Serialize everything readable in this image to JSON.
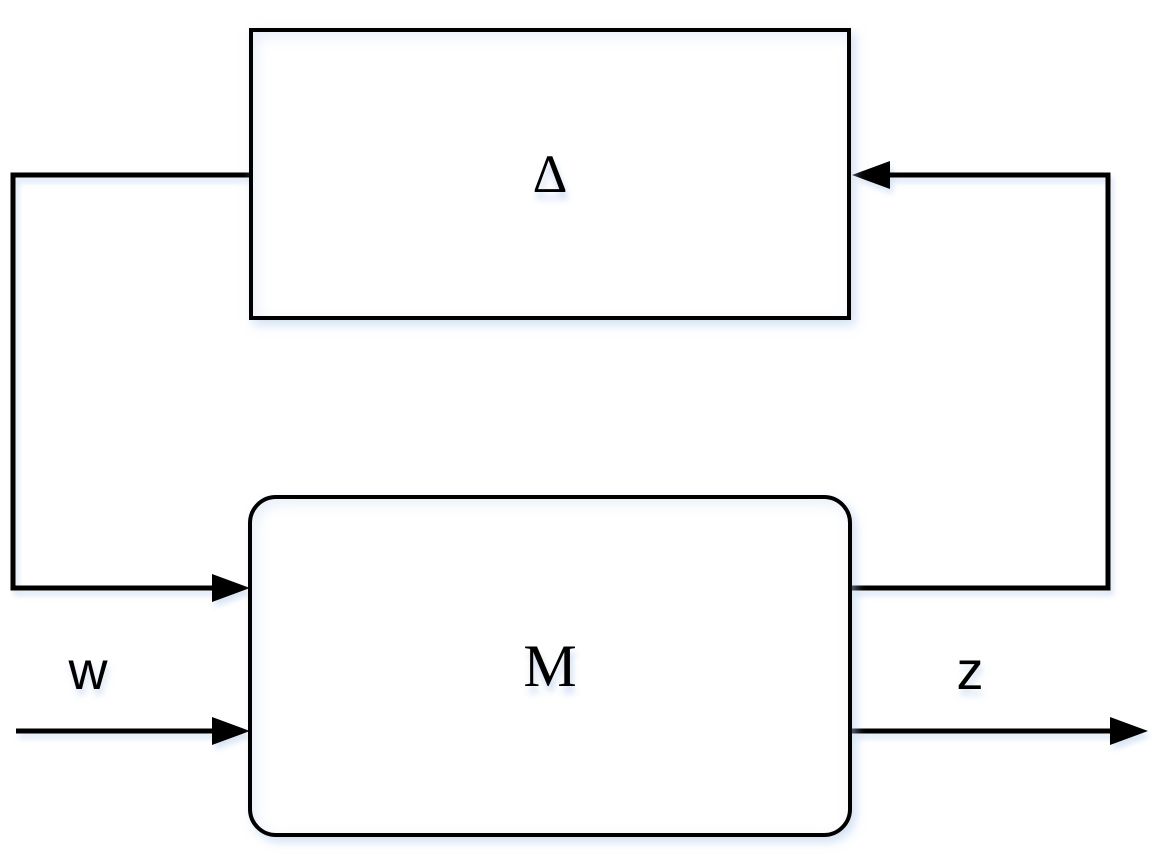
{
  "diagram": {
    "type": "block-diagram",
    "description": "M-Delta feedback interconnection (robust control standard form): uncertainty block Delta on top, nominal system block M below, closed in a feedback loop, with exogenous input w and performance output z",
    "blocks": {
      "delta": {
        "label": "Δ",
        "shape": "rectangle"
      },
      "m": {
        "label": "M",
        "shape": "rounded-rectangle"
      }
    },
    "signals": {
      "input": {
        "label": "w",
        "direction": "into M from left"
      },
      "output": {
        "label": "z",
        "direction": "out of M to right"
      },
      "feedback_top": {
        "label": "",
        "direction": "from M right side up into Delta right side"
      },
      "feedback_bottom": {
        "label": "",
        "direction": "from Delta left side down into M left side"
      }
    },
    "colors": {
      "line": "#000000",
      "background": "#ffffff",
      "shadow_tint": "#aec6e9"
    }
  }
}
